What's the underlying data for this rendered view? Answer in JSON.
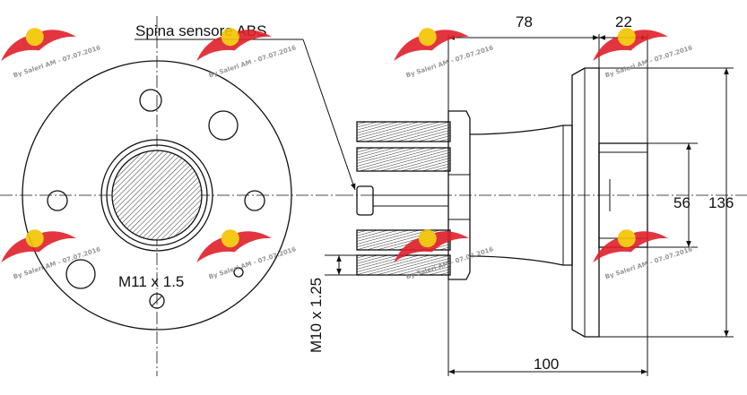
{
  "labels": {
    "abs_sensor_pin": "Spina sensore ABS",
    "thread_hub": "M11 x 1.5",
    "thread_studs": "M10 x 1.25"
  },
  "dimensions": {
    "length_78": "78",
    "length_22": "22",
    "diameter_56": "56",
    "diameter_136": "136",
    "length_100": "100"
  },
  "watermark": {
    "text": "By Saleri AM - 07.07.2016",
    "logo_colors": {
      "wing": "#e0202a",
      "badge": "#f3c400"
    }
  },
  "colors": {
    "line": "#111111",
    "hatch": "#444444"
  }
}
